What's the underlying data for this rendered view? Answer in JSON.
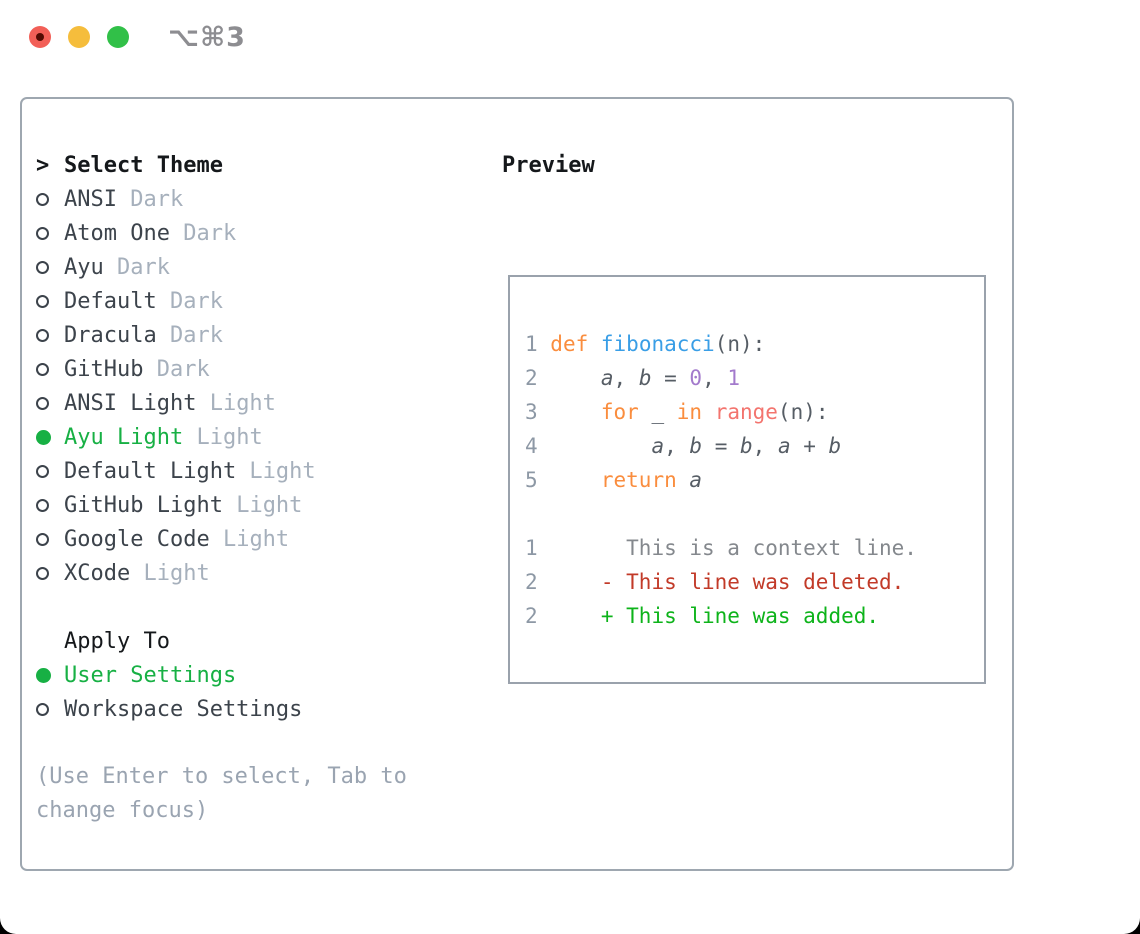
{
  "window": {
    "title": "⌥⌘3",
    "traffic_lights": [
      "close",
      "minimize",
      "zoom"
    ]
  },
  "theme_panel": {
    "prompt": ">",
    "header": "Select Theme",
    "themes": [
      {
        "name": "ANSI",
        "variant": "Dark",
        "selected": false
      },
      {
        "name": "Atom One",
        "variant": "Dark",
        "selected": false
      },
      {
        "name": "Ayu",
        "variant": "Dark",
        "selected": false
      },
      {
        "name": "Default",
        "variant": "Dark",
        "selected": false
      },
      {
        "name": "Dracula",
        "variant": "Dark",
        "selected": false
      },
      {
        "name": "GitHub",
        "variant": "Dark",
        "selected": false
      },
      {
        "name": "ANSI Light",
        "variant": "Light",
        "selected": false
      },
      {
        "name": "Ayu Light",
        "variant": "Light",
        "selected": true
      },
      {
        "name": "Default Light",
        "variant": "Light",
        "selected": false
      },
      {
        "name": "GitHub Light",
        "variant": "Light",
        "selected": false
      },
      {
        "name": "Google Code",
        "variant": "Light",
        "selected": false
      },
      {
        "name": "XCode",
        "variant": "Light",
        "selected": false
      }
    ],
    "apply_to": {
      "header": "Apply To",
      "options": [
        {
          "label": "User Settings",
          "selected": true
        },
        {
          "label": "Workspace Settings",
          "selected": false
        }
      ]
    },
    "hint": "(Use Enter to select, Tab to change focus)"
  },
  "preview": {
    "header": "Preview",
    "code_lines": [
      {
        "num": "1",
        "tokens": [
          {
            "t": "def",
            "c": "keyword"
          },
          {
            "t": " ",
            "c": "fg"
          },
          {
            "t": "fibonacci",
            "c": "function"
          },
          {
            "t": "(n):",
            "c": "fg"
          }
        ]
      },
      {
        "num": "2",
        "tokens": [
          {
            "t": "    ",
            "c": "fg"
          },
          {
            "t": "a",
            "c": "var"
          },
          {
            "t": ", ",
            "c": "fg"
          },
          {
            "t": "b",
            "c": "var"
          },
          {
            "t": " = ",
            "c": "fg"
          },
          {
            "t": "0",
            "c": "number"
          },
          {
            "t": ", ",
            "c": "fg"
          },
          {
            "t": "1",
            "c": "number"
          }
        ]
      },
      {
        "num": "3",
        "tokens": [
          {
            "t": "    ",
            "c": "fg"
          },
          {
            "t": "for",
            "c": "keyword"
          },
          {
            "t": " _ ",
            "c": "fg"
          },
          {
            "t": "in",
            "c": "keyword"
          },
          {
            "t": " ",
            "c": "fg"
          },
          {
            "t": "range",
            "c": "builtin"
          },
          {
            "t": "(n):",
            "c": "fg"
          }
        ]
      },
      {
        "num": "4",
        "tokens": [
          {
            "t": "        ",
            "c": "fg"
          },
          {
            "t": "a",
            "c": "var"
          },
          {
            "t": ", ",
            "c": "fg"
          },
          {
            "t": "b",
            "c": "var"
          },
          {
            "t": " = ",
            "c": "fg"
          },
          {
            "t": "b",
            "c": "var"
          },
          {
            "t": ", ",
            "c": "fg"
          },
          {
            "t": "a",
            "c": "var"
          },
          {
            "t": " + ",
            "c": "fg"
          },
          {
            "t": "b",
            "c": "var"
          }
        ]
      },
      {
        "num": "5",
        "tokens": [
          {
            "t": "    ",
            "c": "fg"
          },
          {
            "t": "return",
            "c": "keyword"
          },
          {
            "t": " ",
            "c": "fg"
          },
          {
            "t": "a",
            "c": "var"
          }
        ]
      }
    ],
    "diff_lines": [
      {
        "num": "1",
        "marker": "",
        "text": "This is a context line.",
        "kind": "context"
      },
      {
        "num": "2",
        "marker": "-",
        "text": "This line was deleted.",
        "kind": "deleted"
      },
      {
        "num": "2",
        "marker": "+",
        "text": "This line was added.",
        "kind": "added"
      }
    ]
  },
  "colors": {
    "selection_green": "#17b044",
    "keyword_orange": "#fa8d3e",
    "function_blue": "#399ee6",
    "number_purple": "#a37acc",
    "builtin_coral": "#f3746e",
    "code_foreground": "#565d65",
    "gutter_gray": "#8d98a5",
    "diff_added_green": "#0db31a",
    "diff_deleted_red": "#c23a28",
    "diff_context_gray": "#84888d",
    "traffic_red": "#f25f57",
    "traffic_yellow": "#f5bd3c",
    "traffic_green": "#31c048",
    "panel_border": "#9ea7b0"
  }
}
